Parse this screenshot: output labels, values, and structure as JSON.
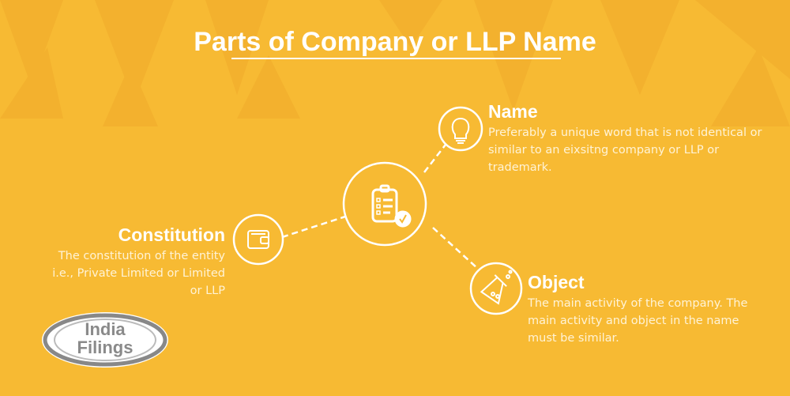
{
  "title": "Parts of Company or LLP Name",
  "items": {
    "name": {
      "heading": "Name",
      "text": "Preferably a unique word that is not identical or similar to an eixsitng company or LLP or trademark.",
      "icon": "lightbulb-icon"
    },
    "constitution": {
      "heading": "Constitution",
      "text": "The constitution of the entity i.e., Private Limited or Limited or LLP",
      "icon": "wallet-icon"
    },
    "object": {
      "heading": "Object",
      "text": "The main activity of the company. The main activity and object in the name must be similar.",
      "icon": "flask-icon"
    },
    "center": {
      "icon": "clipboard-check-icon"
    }
  },
  "logo": {
    "line1": "India",
    "line2": "Filings"
  },
  "colors": {
    "background": "#F7BA33",
    "triangles": "#F2AE2C"
  }
}
